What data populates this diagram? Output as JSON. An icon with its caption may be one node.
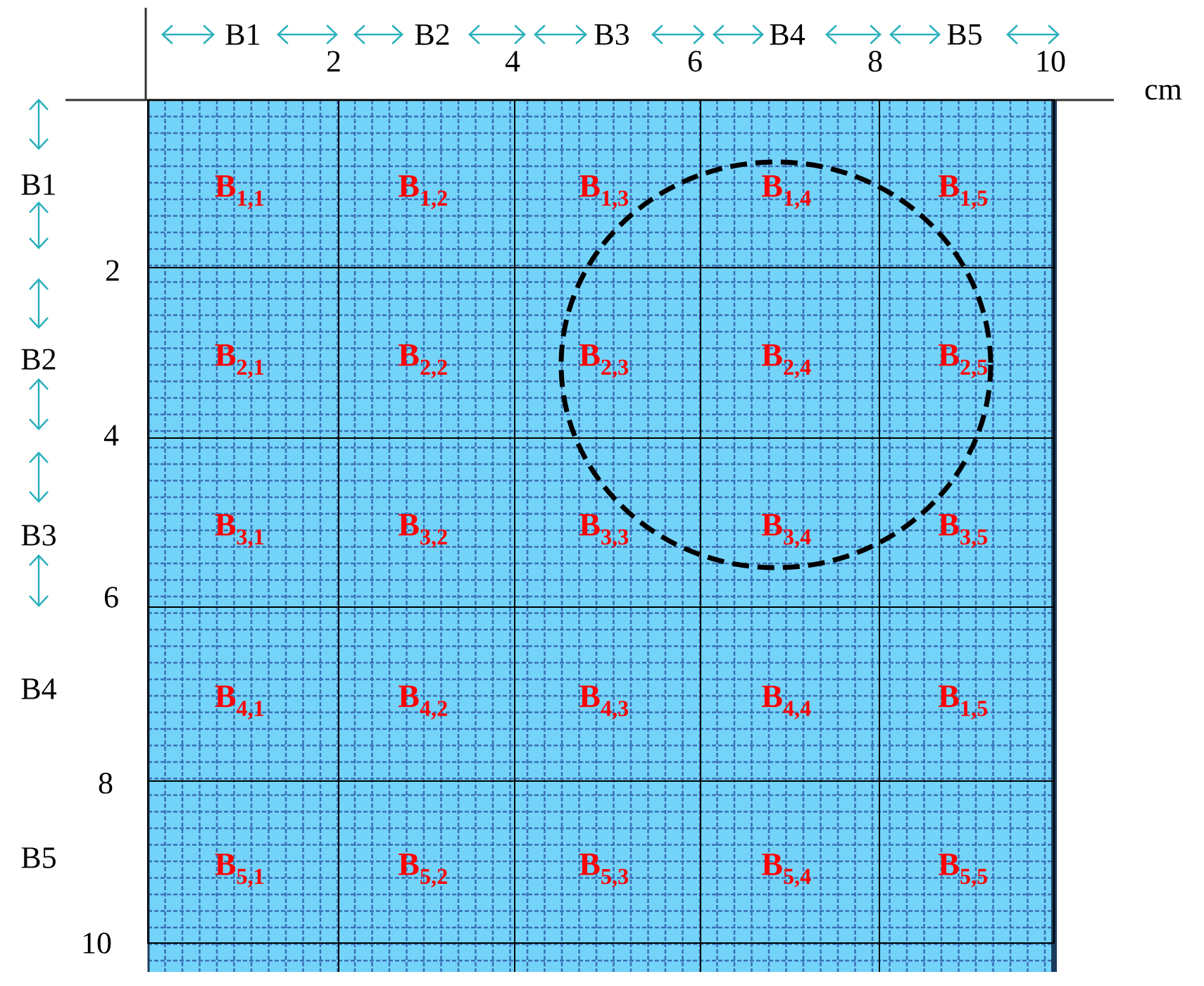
{
  "diagram": {
    "nodes": [
      {
        "text": [
          "B$_{1,1}$"
        ]
      },
      {
        "text": [
          "B$_{1,2}$"
        ]
      },
      {
        "text": [
          "B$_{1,3}$"
        ]
      },
      {
        "text": [
          "B$_{1,4}$"
        ]
      },
      {
        "text": [
          "B$_{1,5}$"
        ]
      },
      {
        "text": [
          "B$_{2,1}$"
        ]
      },
      {
        "text": [
          "B$_{2,2}$"
        ]
      },
      {
        "text": [
          "B$_{2,3}$"
        ]
      },
      {
        "text": [
          "B$_{2,4}$"
        ]
      },
      {
        "text": [
          "B$_{2,5}$"
        ]
      },
      {
        "text": [
          "B$_{3,1}$"
        ]
      },
      {
        "text": [
          "B$_{3,2}$"
        ]
      },
      {
        "text": [
          "B$_{3,3}$"
        ]
      },
      {
        "text": [
          "B$_{3,4}$"
        ]
      },
      {
        "text": [
          "B$_{3,5}$"
        ]
      },
      {
        "text": [
          "B$_{4,1}$"
        ]
      },
      {
        "text": [
          "B$_{4,2}$"
        ]
      },
      {
        "text": [
          "B$_{4,3}$"
        ]
      },
      {
        "text": [
          "B$_{4,4}$"
        ]
      },
      {
        "text": [
          "B$_{1,5}$"
        ]
      },
      {
        "text": [
          "B$_{5,1}$"
        ]
      },
      {
        "text": [
          "B$_{5,2}$"
        ]
      },
      {
        "text": [
          "B$_{5,3}$"
        ]
      },
      {
        "text": [
          "B$_{5,4}$"
        ]
      },
      {
        "text": [
          "B$_{5,5}$"
        ]
      }
    ],
    "labels": [
      "B1",
      "B2",
      "B3",
      "B4",
      "B5",
      "2",
      "4",
      "6",
      "8",
      "10",
      "cm",
      "B1",
      "2",
      "B2",
      "4",
      "B3",
      "6",
      "B4",
      "8",
      "B5",
      "10"
    ]
  }
}
